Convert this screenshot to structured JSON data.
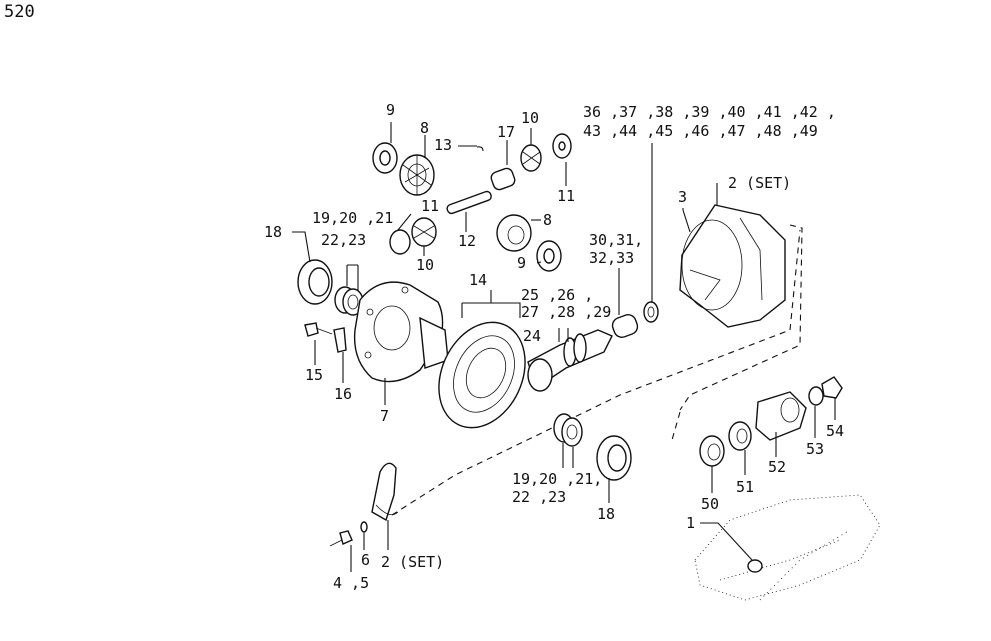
{
  "page_number": "520",
  "callouts": {
    "c9a": "9",
    "c8a": "8",
    "c13": "13",
    "c17": "17",
    "c10a": "10",
    "c11a": "11",
    "c11b": "11",
    "c12": "12",
    "c8b": "8",
    "c10b": "10",
    "c9b": "9",
    "c18a": "18",
    "c19a": "19,20 ,21",
    "c22a": "22,23",
    "c14": "14",
    "c25a": "25 ,26 ,",
    "c27a": "27 ,28 ,29",
    "c24": "24",
    "c30a": "30,31,",
    "c32a": "32,33",
    "c36a": "36 ,37 ,38 ,39 ,40 ,41 ,42 ,",
    "c43a": "43 ,44 ,45 ,46 ,47 ,48 ,49",
    "c3": "3",
    "c2a": "2 (SET)",
    "c15": "15",
    "c16": "16",
    "c7": "7",
    "c19b": "19,20 ,21,",
    "c22b": "22 ,23",
    "c18b": "18",
    "c50": "50",
    "c51": "51",
    "c52": "52",
    "c53": "53",
    "c54": "54",
    "c1": "1",
    "c4": "4 ,5",
    "c6": "6",
    "c2b": "2 (SET)"
  }
}
